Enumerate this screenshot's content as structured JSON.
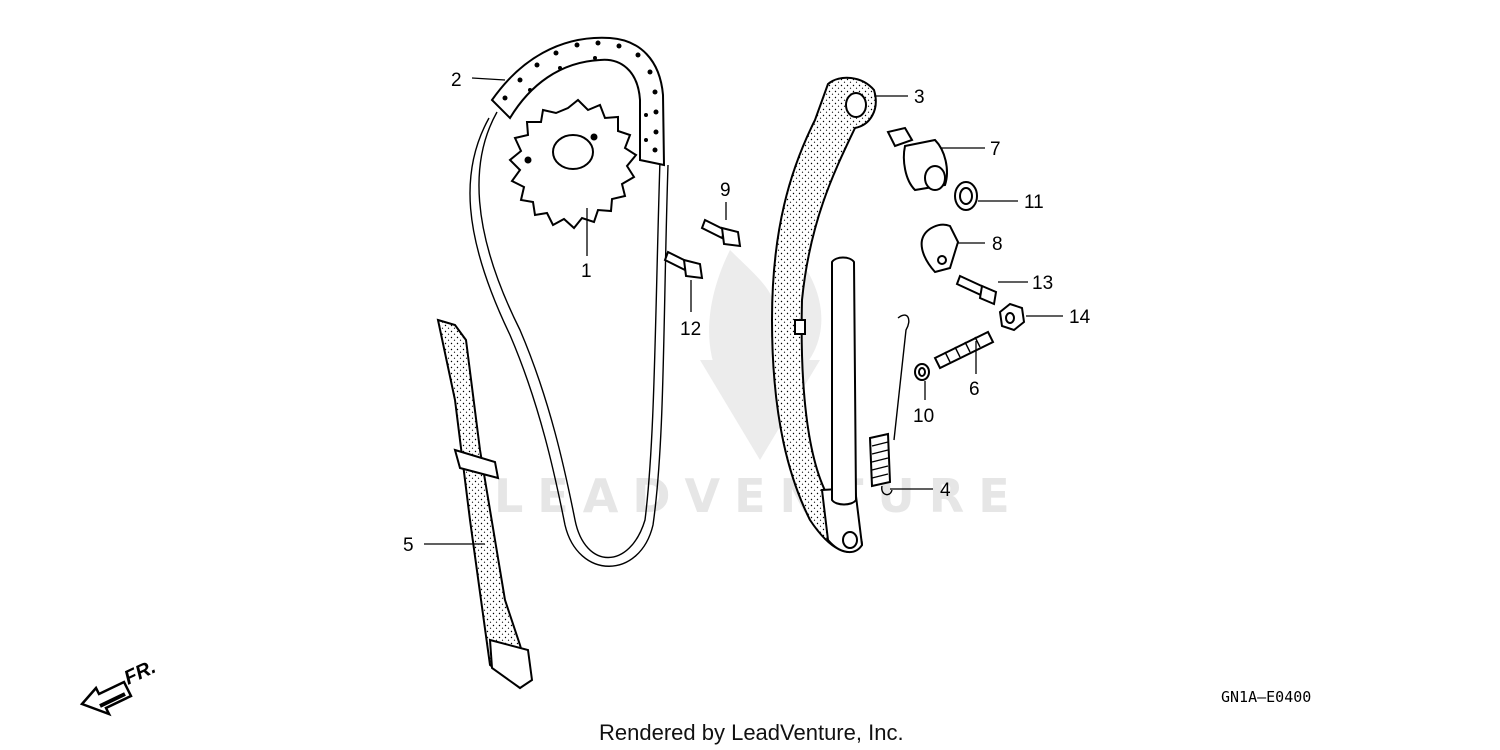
{
  "diagram": {
    "callouts": [
      {
        "id": "1",
        "text": "1"
      },
      {
        "id": "2",
        "text": "2"
      },
      {
        "id": "3",
        "text": "3"
      },
      {
        "id": "4",
        "text": "4"
      },
      {
        "id": "5",
        "text": "5"
      },
      {
        "id": "6",
        "text": "6"
      },
      {
        "id": "7",
        "text": "7"
      },
      {
        "id": "8",
        "text": "8"
      },
      {
        "id": "9",
        "text": "9"
      },
      {
        "id": "10",
        "text": "10"
      },
      {
        "id": "11",
        "text": "11"
      },
      {
        "id": "12",
        "text": "12"
      },
      {
        "id": "13",
        "text": "13"
      },
      {
        "id": "14",
        "text": "14"
      }
    ],
    "diagram_code": "GN1A–E0400",
    "front_indicator": "FR.",
    "watermark": "LEADVENTURE",
    "footer": "Rendered by LeadVenture, Inc."
  },
  "colors": {
    "line": "#000000",
    "watermark": "#e6e6e6",
    "background": "#ffffff"
  }
}
